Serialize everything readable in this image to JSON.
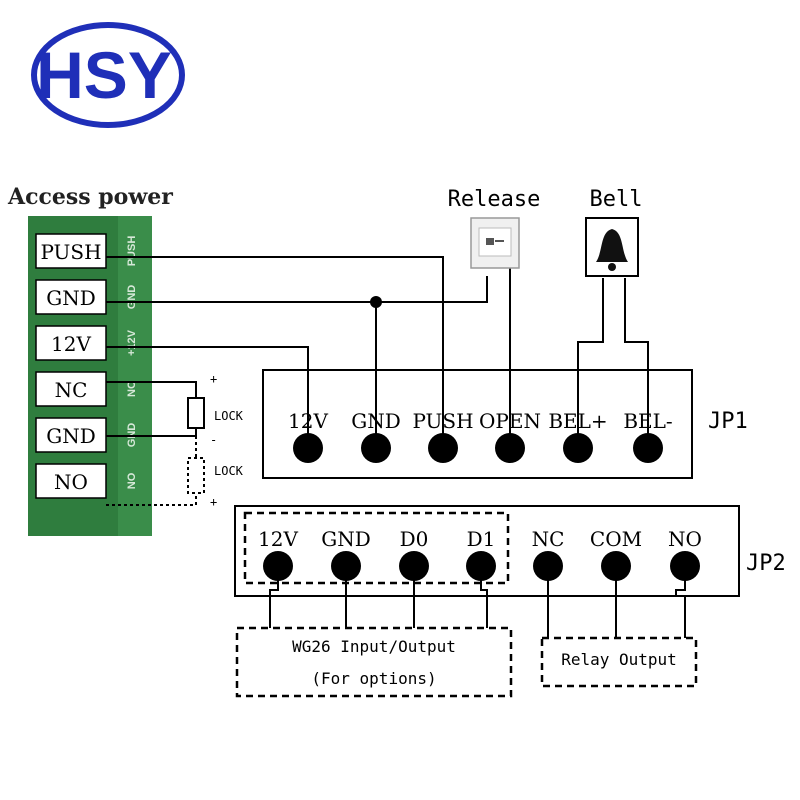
{
  "logo": {
    "text": "HSY",
    "color": "#1f2fb8"
  },
  "access_power": {
    "title": "Access power",
    "terminals": [
      "PUSH",
      "GND",
      "12V",
      "NC",
      "GND",
      "NO"
    ],
    "board_labels": [
      "PUSH",
      "GND",
      "+12V",
      "NC",
      "GND",
      "NO"
    ],
    "board_color": "#2f7d3e"
  },
  "lock": {
    "label_top": "LOCK",
    "label_bottom": "LOCK",
    "plus": "+",
    "minus": "-",
    "plus2": "+"
  },
  "release": {
    "title": "Release"
  },
  "bell": {
    "title": "Bell"
  },
  "jp1": {
    "name": "JP1",
    "pins": [
      "12V",
      "GND",
      "PUSH",
      "OPEN",
      "BEL+",
      "BEL-"
    ]
  },
  "jp2": {
    "name": "JP2",
    "pins": [
      "12V",
      "GND",
      "D0",
      "D1",
      "NC",
      "COM",
      "NO"
    ]
  },
  "wg26": {
    "line1": "WG26 Input/Output",
    "line2": "(For options)"
  },
  "relay": {
    "label": "Relay Output"
  }
}
